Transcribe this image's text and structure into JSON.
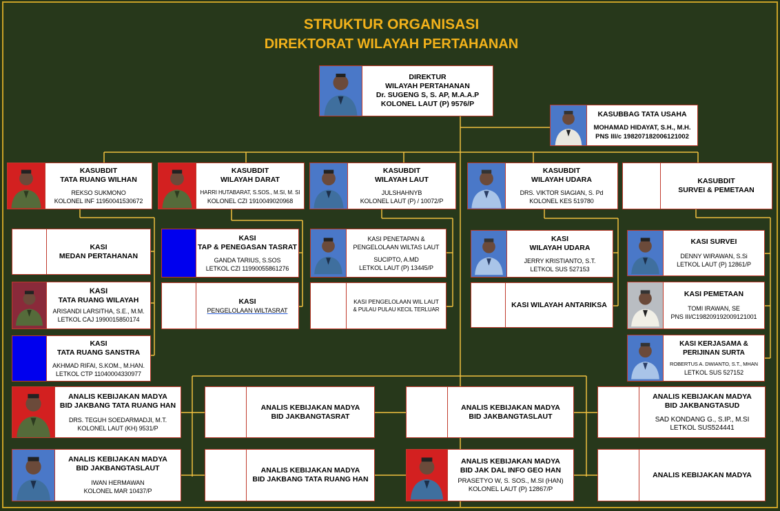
{
  "header": {
    "title_line1": "STRUKTUR ORGANISASI",
    "title_line2": "DIREKTORAT WILAYAH PERTAHANAN"
  },
  "colors": {
    "background": "#27381b",
    "title": "#f3b21b",
    "connector": "#f0c040",
    "box_border": "#c0392b",
    "photo_blue": "#0000ee"
  },
  "direktur": {
    "line1": "DIREKTUR",
    "line2": "WILAYAH PERTAHANAN",
    "name": "Dr. SUGENG S, S. AP, M.A.A.P",
    "rank": "KOLONEL LAUT (P) 9576/P"
  },
  "kasubbag": {
    "title": "KASUBBAG TATA USAHA",
    "name": "MOHAMAD HIDAYAT, S.H., M.H.",
    "rank": "PNS III/c 198207182006121002"
  },
  "subdits": [
    {
      "line1": "KASUBDIT",
      "line2": "TATA RUANG WILHAN",
      "name": "REKSO SUKMONO",
      "rank": "KOLONEL INF 11950041530672"
    },
    {
      "line1": "KASUBDIT",
      "line2": "WILAYAH DARAT",
      "name": "HARRI HUTABARAT, S.SOS., M.SI, M. SI",
      "rank": "KOLONEL CZI  1910049020968"
    },
    {
      "line1": "KASUBDIT",
      "line2": "WILAYAH LAUT",
      "name": "JULSHAHNYB",
      "rank": "KOLONEL LAUT (P) / 10072/P"
    },
    {
      "line1": "KASUBDIT",
      "line2": "WILAYAH UDARA",
      "name": "DRS. VIKTOR SIAGIAN, S. Pd",
      "rank": "KOLONEL KES 519780"
    },
    {
      "line1": "KASUBDIT",
      "line2": "SURVEI & PEMETAAN"
    }
  ],
  "kasi_col1": [
    {
      "line1": "KASI",
      "line2": "MEDAN PERTAHANAN"
    },
    {
      "line1": "KASI",
      "line2": "TATA RUANG WILAYAH",
      "name": "ARISANDI LARSITHA, S.E., M.M.",
      "rank": "LETKOL CAJ 1990015850174"
    },
    {
      "line1": "KASI",
      "line2": "TATA RUANG SANSTRA",
      "name": "AKHMAD RIFAI, S.KOM., M.HAN.",
      "rank": "LETKOL CTP 11040004330977"
    }
  ],
  "kasi_col2": [
    {
      "line1": "KASI",
      "line2": "TAP & PENEGASAN TASRAT",
      "name": "GANDA TARIUS, S.SOS",
      "rank": "LETKOL CZI 11990055861276"
    },
    {
      "line1": "KASI",
      "line2": "PENGELOLAAN WILTASRAT"
    }
  ],
  "kasi_col3": [
    {
      "line1": "KASI PENETAPAN &",
      "line2": "PENGELOLAAN WILTAS LAUT",
      "name": "SUCIPTO, A.MD",
      "rank": "LETKOL LAUT (P) 13445/P"
    },
    {
      "line1": "KASI PENGELOLAAN WIL LAUT",
      "line2": "& PULAU PULAU KECIL TERLUAR"
    }
  ],
  "kasi_col4": [
    {
      "line1": "KASI",
      "line2": "WILAYAH UDARA",
      "name": "JERRY KRISTIANTO, S.T.",
      "rank": "LETKOL SUS 527153"
    },
    {
      "line1": "KASI WILAYAH ANTARIKSA"
    }
  ],
  "kasi_col5": [
    {
      "line1": "KASI SURVEI",
      "name": "DENNY WIRAWAN, S.Si",
      "rank": "LETKOL LAUT (P) 12861/P"
    },
    {
      "line1": "KASI PEMETAAN",
      "name": "TOMI IRAWAN, SE",
      "rank": "PNS III/C198209192009121001"
    },
    {
      "line1": "KASI KERJASAMA &",
      "line2": "PERIJINAN SURTA",
      "name": "ROBERTUS A. DWIANTO, S.T., MHAN",
      "rank": "LETKOL SUS 527152"
    }
  ],
  "analis": [
    {
      "line1": "ANALIS KEBIJAKAN MADYA",
      "line2": "BID JAKBANG TATA RUANG HAN",
      "name": "DRS. TEGUH SOEDARMADJI, M.T.",
      "rank": "KOLONEL LAUT (KH) 9531/P"
    },
    {
      "line1": "ANALIS KEBIJAKAN MADYA",
      "line2": "BID JAKBANGTASLAUT",
      "name": "IWAN HERMAWAN",
      "rank": "KOLONEL MAR 10437/P"
    },
    {
      "line1": "ANALIS KEBIJAKAN MADYA",
      "line2": "BID JAKBANGTASRAT"
    },
    {
      "line1": "ANALIS KEBIJAKAN MADYA",
      "line2": "BID JAKBANG  TATA RUANG HAN"
    },
    {
      "line1": "ANALIS KEBIJAKAN MADYA",
      "line2": "BID JAKBANGTASLAUT"
    },
    {
      "line1": "ANALIS KEBIJAKAN MADYA",
      "line2": "BID JAK DAL INFO GEO HAN",
      "name": "PRASETYO W, S. SOS., M.SI (HAN)",
      "rank": "KOLONEL LAUT (P) 12867/P"
    },
    {
      "line1": "ANALIS KEBIJAKAN MADYA",
      "line2": "BID JAKBANGTASUD",
      "name": "SAD KONDANG G., S.IP., M.SI",
      "rank": "LETKOL SUS524441"
    },
    {
      "line1": "ANALIS KEBIJAKAN MADYA"
    }
  ]
}
